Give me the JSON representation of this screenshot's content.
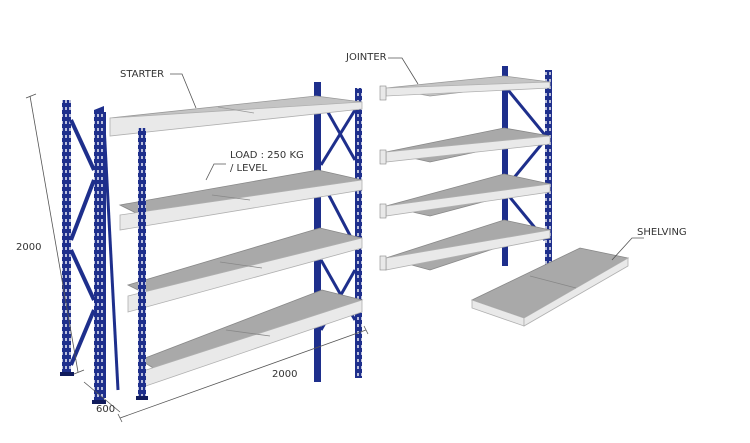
{
  "labels": {
    "starter": "STARTER",
    "jointer": "JOINTER",
    "load_line1": "LOAD : 250 KG",
    "load_line2": "/ LEVEL",
    "shelving": "SHELVING",
    "height": "2000",
    "width": "2000",
    "depth": "600"
  },
  "colors": {
    "frame": "#1e2f8c",
    "frame_dark": "#101b5c",
    "beam": "#e9e9e9",
    "beam_edge": "#b0b0b0",
    "deck": "#a9a9a9",
    "deck_light": "#c4c4c4",
    "dimension_line": "#555555"
  }
}
